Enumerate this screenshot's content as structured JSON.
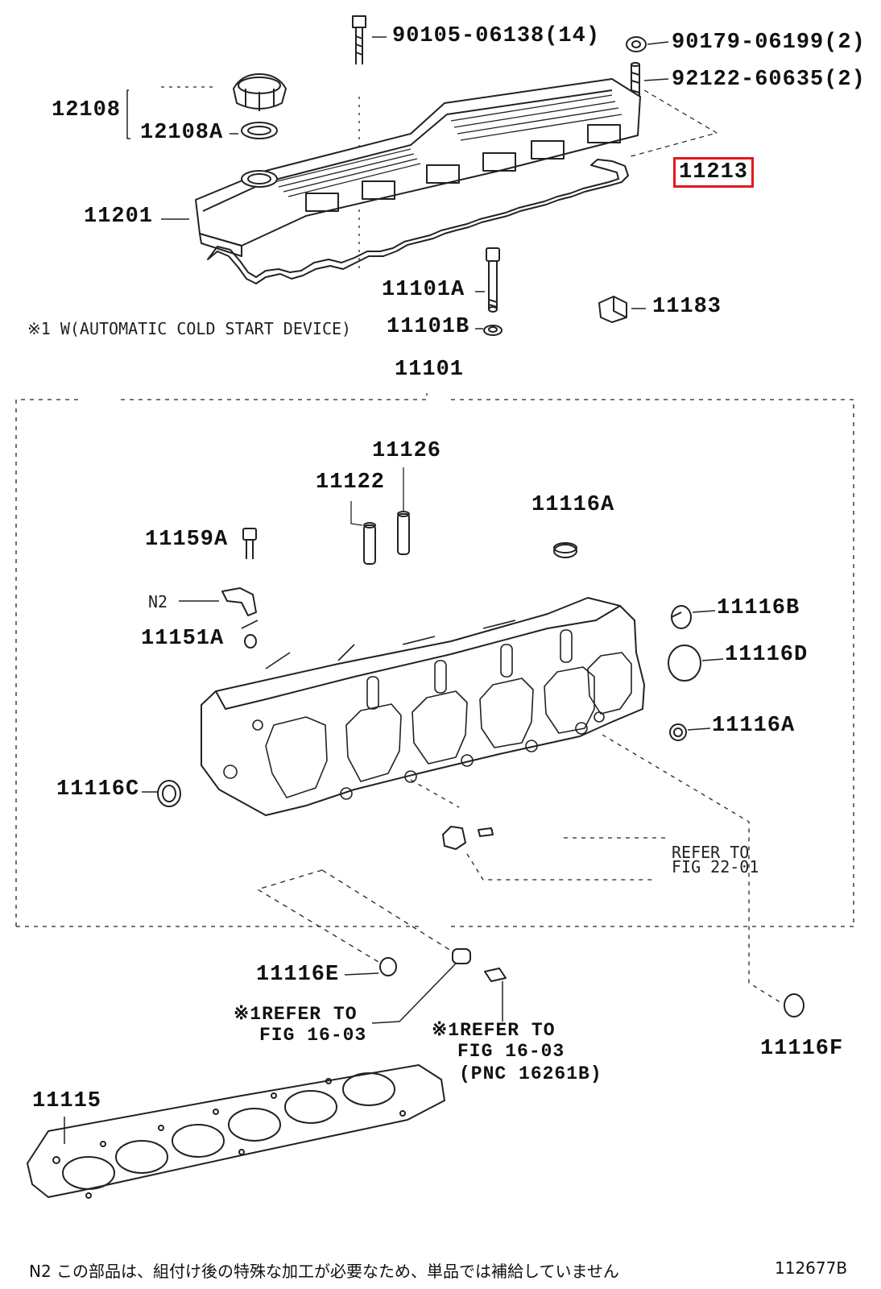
{
  "labels": {
    "bolt_top": "90105-06138(14)",
    "nut_top": "90179-06199(2)",
    "stud_top": "92122-60635(2)",
    "cap_group": "12108",
    "cap_gasket": "12108A",
    "cover": "11201",
    "cover_gasket": "11213",
    "bolt_head": "11101A",
    "washer_head": "11101B",
    "head_assy": "11101",
    "plug_side": "11183",
    "note_auto": "※1 W(AUTOMATIC COLD START DEVICE)",
    "guide_a": "11126",
    "guide_b": "11122",
    "plug_a_top": "11116A",
    "stud_small": "11159A",
    "n2": "N2",
    "ring": "11151A",
    "plug_b": "11116B",
    "plug_d": "11116D",
    "plug_a_right": "11116A",
    "plug_c": "11116C",
    "refer_22_line1": "REFER TO",
    "refer_22_line2": "FIG 22-01",
    "plug_e": "11116E",
    "refer_16a_line1": "※1REFER TO",
    "refer_16a_line2": "FIG 16-03",
    "refer_16b_line1": "※1REFER TO",
    "refer_16b_line2": "FIG 16-03",
    "refer_16b_line3": "(PNC 16261B)",
    "plug_f": "11116F",
    "head_gasket": "11115"
  },
  "highlight": {
    "part": "11213",
    "color": "#e0191e"
  },
  "footer": {
    "note": "N2 この部品は、組付け後の特殊な加工が必要なため、単品では補給していません",
    "figure_id": "112677B"
  }
}
